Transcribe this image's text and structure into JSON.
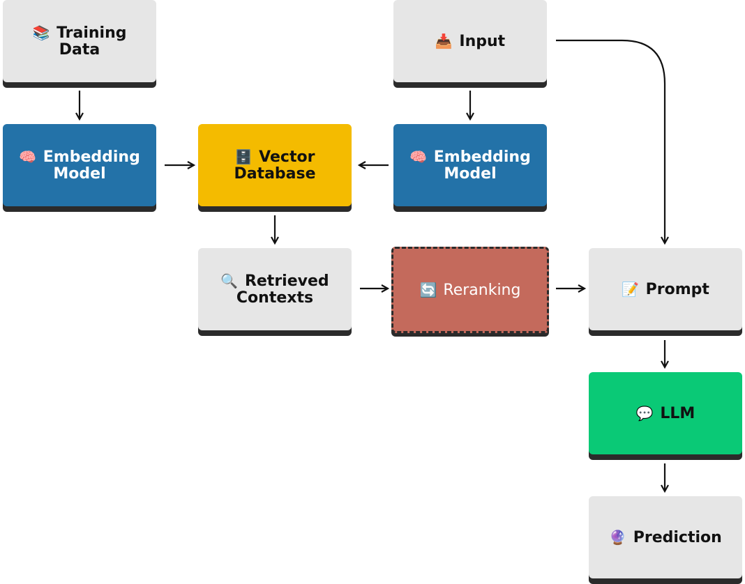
{
  "nodes": {
    "training_data": {
      "emoji": "📚",
      "label": "Training Data"
    },
    "input": {
      "emoji": "📥",
      "label": "Input"
    },
    "embedding_left": {
      "emoji": "🧠",
      "label": "Embedding Model"
    },
    "vector_db": {
      "emoji": "🗄️",
      "label": "Vector Database"
    },
    "embedding_right": {
      "emoji": "🧠",
      "label": "Embedding Model"
    },
    "retrieved": {
      "emoji": "🔍",
      "label": "Retrieved Contexts"
    },
    "reranking": {
      "emoji": "🔄",
      "label": "Reranking"
    },
    "prompt": {
      "emoji": "📝",
      "label": "Prompt"
    },
    "llm": {
      "emoji": "💬",
      "label": "LLM"
    },
    "prediction": {
      "emoji": "🔮",
      "label": "Prediction"
    }
  },
  "colors": {
    "gray": "#e6e6e6",
    "blue": "#2372a8",
    "yellow": "#f4bb00",
    "red": "#c46a5c",
    "green": "#0ac976"
  }
}
